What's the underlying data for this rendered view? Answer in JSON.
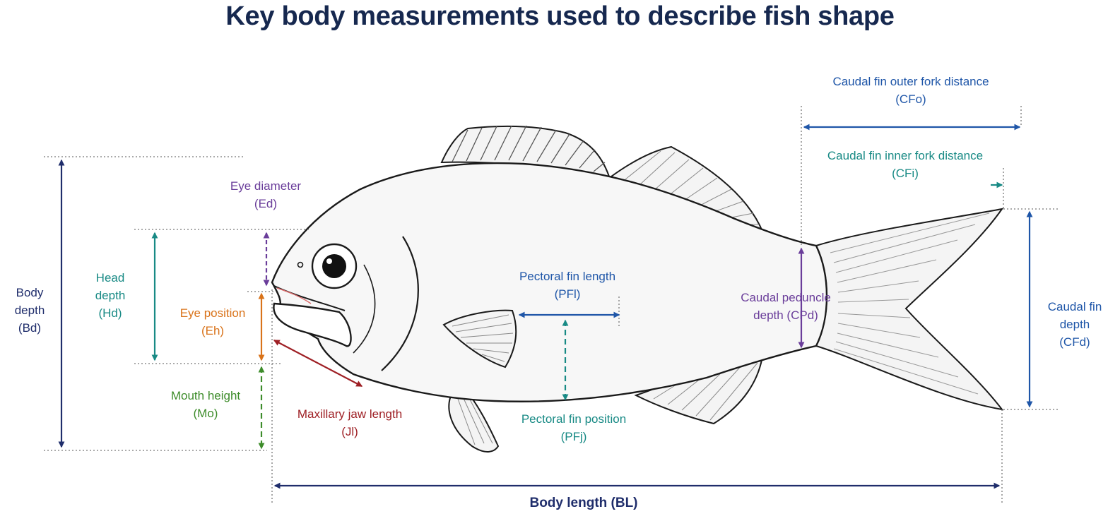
{
  "title": "Key body measurements used to describe fish shape",
  "colors": {
    "title": "#16284f",
    "navy": "#1f2d6b",
    "teal": "#188a85",
    "purple": "#6a3d9a",
    "orange": "#d9731a",
    "green": "#3d8c2a",
    "red": "#9e1f24",
    "blue": "#1f56a8",
    "outline": "#1a1a1a",
    "guide": "#777777"
  },
  "measurements": [
    {
      "id": "Bd",
      "lines": [
        "Body",
        "depth",
        "(Bd)"
      ],
      "color_key": "navy"
    },
    {
      "id": "Hd",
      "lines": [
        "Head",
        "depth",
        "(Hd)"
      ],
      "color_key": "teal"
    },
    {
      "id": "Ed",
      "lines": [
        "Eye diameter",
        "(Ed)"
      ],
      "color_key": "purple"
    },
    {
      "id": "Eh",
      "lines": [
        "Eye position",
        "(Eh)"
      ],
      "color_key": "orange"
    },
    {
      "id": "Mo",
      "lines": [
        "Mouth height",
        "(Mo)"
      ],
      "color_key": "green"
    },
    {
      "id": "Jl",
      "lines": [
        "Maxillary jaw length",
        "(Jl)"
      ],
      "color_key": "red"
    },
    {
      "id": "PFl",
      "lines": [
        "Pectoral fin length",
        "(PFl)"
      ],
      "color_key": "blue"
    },
    {
      "id": "PFj",
      "lines": [
        "Pectoral fin position",
        "(PFj)"
      ],
      "color_key": "teal"
    },
    {
      "id": "CPd",
      "lines": [
        "Caudal peduncle",
        "depth (CPd)"
      ],
      "color_key": "purple"
    },
    {
      "id": "CFo",
      "lines": [
        "Caudal fin outer fork distance",
        "(CFo)"
      ],
      "color_key": "blue"
    },
    {
      "id": "CFi",
      "lines": [
        "Caudal fin inner fork distance",
        "(CFi)"
      ],
      "color_key": "teal"
    },
    {
      "id": "CFd",
      "lines": [
        "Caudal fin",
        "depth",
        "(CFd)"
      ],
      "color_key": "blue"
    },
    {
      "id": "BL",
      "lines": [
        "Body length (BL)"
      ],
      "color_key": "navy"
    }
  ]
}
